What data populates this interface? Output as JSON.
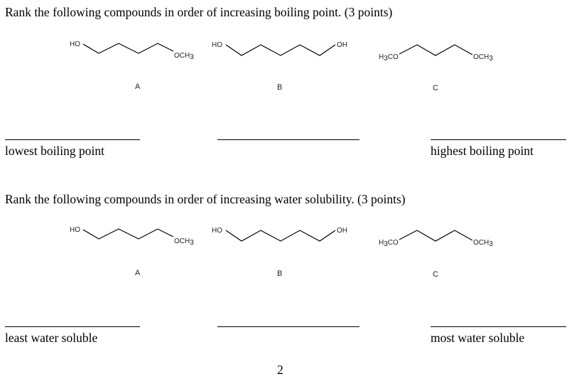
{
  "questions": [
    {
      "prompt": "Rank the following compounds in order of increasing boiling point.  (3 points)",
      "compounds": [
        {
          "label": "A",
          "left_group": "HO",
          "right_group": "OCH",
          "right_sub": "3"
        },
        {
          "label": "B",
          "left_group": "HO",
          "right_group": "OH"
        },
        {
          "label": "C",
          "left_group_h": "H",
          "left_sub": "3",
          "left_group": "CO",
          "right_group": "OCH",
          "right_sub": "3"
        }
      ],
      "blanks": [
        "",
        "",
        ""
      ],
      "low_caption": "lowest boiling point",
      "high_caption": "highest boiling point"
    },
    {
      "prompt": "Rank the following compounds in order of increasing water solubility.  (3 points)",
      "compounds": [
        {
          "label": "A",
          "left_group": "HO",
          "right_group": "OCH",
          "right_sub": "3"
        },
        {
          "label": "B",
          "left_group": "HO",
          "right_group": "OH"
        },
        {
          "label": "C",
          "left_group_h": "H",
          "left_sub": "3",
          "left_group": "CO",
          "right_group": "OCH",
          "right_sub": "3"
        }
      ],
      "blanks": [
        "",
        "",
        ""
      ],
      "low_caption": "least water soluble",
      "high_caption": "most water soluble"
    }
  ],
  "page_number": "2"
}
